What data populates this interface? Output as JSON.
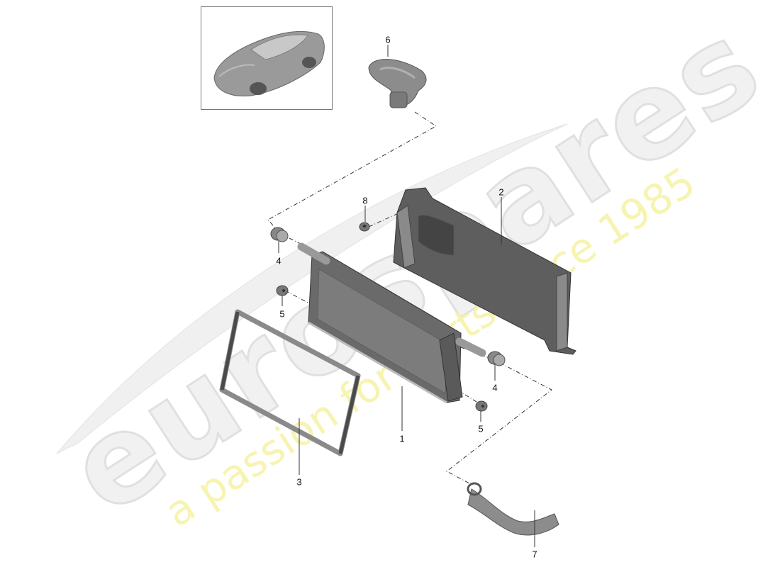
{
  "diagram": {
    "type": "exploded-parts-diagram",
    "subject": "Radiator / cooler assembly",
    "thumbnail": {
      "icon": "car-thumbnail-icon"
    },
    "callouts": [
      {
        "id": "1",
        "label": "1",
        "part": "radiator"
      },
      {
        "id": "2",
        "label": "2",
        "part": "radiator-shroud"
      },
      {
        "id": "3",
        "label": "3",
        "part": "frame-seal"
      },
      {
        "id": "4a",
        "label": "4",
        "part": "sleeve-upper"
      },
      {
        "id": "4b",
        "label": "4",
        "part": "sleeve-lower"
      },
      {
        "id": "5a",
        "label": "5",
        "part": "bushing-upper"
      },
      {
        "id": "5b",
        "label": "5",
        "part": "bushing-lower"
      },
      {
        "id": "6",
        "label": "6",
        "part": "upper-hose"
      },
      {
        "id": "7",
        "label": "7",
        "part": "lower-hose"
      },
      {
        "id": "8",
        "label": "8",
        "part": "nut"
      }
    ]
  },
  "watermark": {
    "brand": "eurospares",
    "tagline": "a passion for parts since 1985",
    "brand_color": "#e8e8e8",
    "tagline_color": "#f5f3a0"
  }
}
